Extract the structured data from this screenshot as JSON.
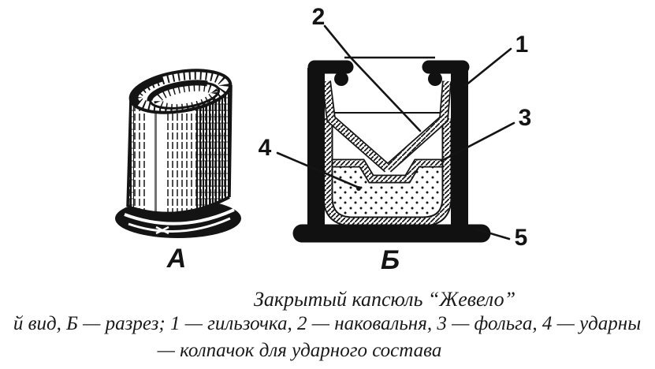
{
  "figure": {
    "view_labels": {
      "a": "А",
      "b": "Б"
    },
    "callouts": {
      "c1": "1",
      "c2": "2",
      "c3": "3",
      "c4": "4",
      "c5": "5"
    }
  },
  "caption": {
    "title": "Закрытый капсюль “Жевело”",
    "line2": "й вид, Б — разрез; 1 — гильзочка, 2 — наковальня, 3 — фольга, 4 — ударны",
    "line3": "— колпачок для ударного состава"
  },
  "colors": {
    "ink": "#141414",
    "paper": "#ffffff"
  }
}
